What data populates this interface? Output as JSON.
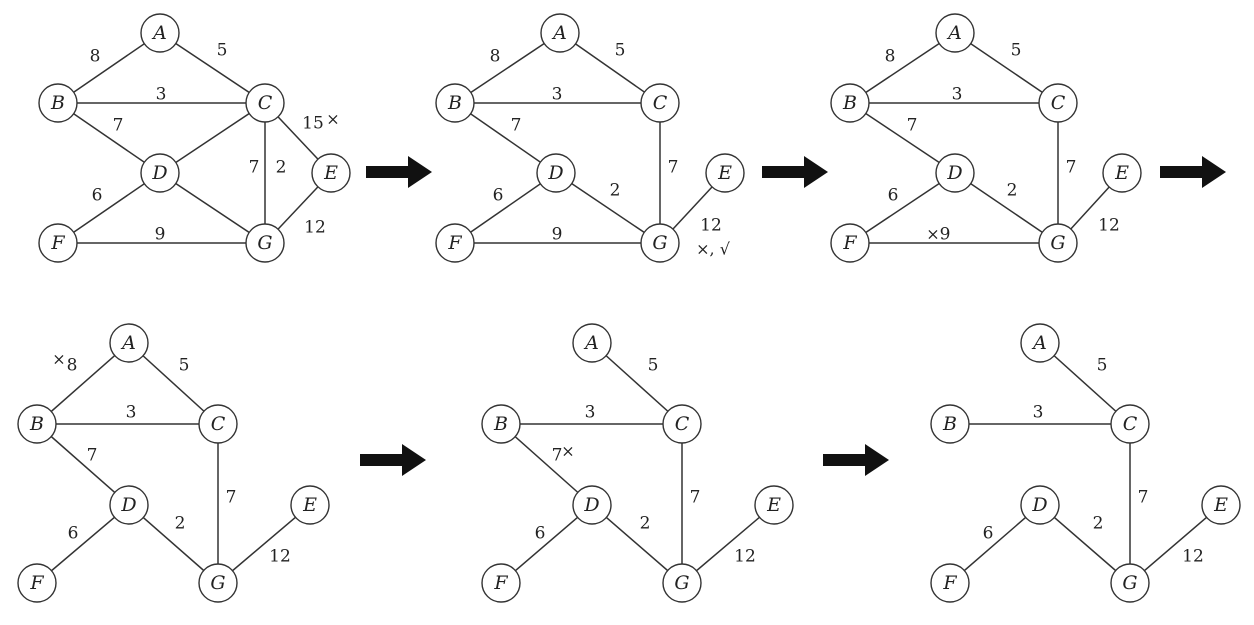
{
  "diagram": {
    "description_of_process_steps": "",
    "panels": [
      {
        "nodes": [
          "A",
          "B",
          "C",
          "D",
          "E",
          "F",
          "G"
        ],
        "edges": [
          {
            "from": "A",
            "to": "B",
            "weight": "8",
            "mark": ""
          },
          {
            "from": "A",
            "to": "C",
            "weight": "5",
            "mark": ""
          },
          {
            "from": "B",
            "to": "C",
            "weight": "3",
            "mark": ""
          },
          {
            "from": "B",
            "to": "D",
            "weight": "7",
            "mark": ""
          },
          {
            "from": "C",
            "to": "E",
            "weight": "15",
            "mark": "×"
          },
          {
            "from": "C",
            "to": "G",
            "weight": "7",
            "mark": ""
          },
          {
            "from": "D",
            "to": "C",
            "weight": "2",
            "mark": ""
          },
          {
            "from": "D",
            "to": "F",
            "weight": "6",
            "mark": ""
          },
          {
            "from": "D",
            "to": "G",
            "weight": "",
            "mark": ""
          },
          {
            "from": "E",
            "to": "G",
            "weight": "12",
            "mark": ""
          },
          {
            "from": "F",
            "to": "G",
            "weight": "9",
            "mark": ""
          }
        ]
      },
      {
        "nodes": [
          "A",
          "B",
          "C",
          "D",
          "E",
          "F",
          "G"
        ],
        "edges": [
          {
            "from": "A",
            "to": "B",
            "weight": "8",
            "mark": ""
          },
          {
            "from": "A",
            "to": "C",
            "weight": "5",
            "mark": ""
          },
          {
            "from": "B",
            "to": "C",
            "weight": "3",
            "mark": ""
          },
          {
            "from": "B",
            "to": "D",
            "weight": "7",
            "mark": ""
          },
          {
            "from": "C",
            "to": "G",
            "weight": "7",
            "mark": ""
          },
          {
            "from": "D",
            "to": "F",
            "weight": "6",
            "mark": ""
          },
          {
            "from": "D",
            "to": "G",
            "weight": "2",
            "mark": ""
          },
          {
            "from": "E",
            "to": "G",
            "weight": "12",
            "mark": "×, √"
          },
          {
            "from": "F",
            "to": "G",
            "weight": "9",
            "mark": ""
          }
        ]
      },
      {
        "nodes": [
          "A",
          "B",
          "C",
          "D",
          "E",
          "F",
          "G"
        ],
        "edges": [
          {
            "from": "A",
            "to": "B",
            "weight": "8",
            "mark": ""
          },
          {
            "from": "A",
            "to": "C",
            "weight": "5",
            "mark": ""
          },
          {
            "from": "B",
            "to": "C",
            "weight": "3",
            "mark": ""
          },
          {
            "from": "B",
            "to": "D",
            "weight": "7",
            "mark": ""
          },
          {
            "from": "C",
            "to": "G",
            "weight": "7",
            "mark": ""
          },
          {
            "from": "D",
            "to": "F",
            "weight": "6",
            "mark": ""
          },
          {
            "from": "D",
            "to": "G",
            "weight": "2",
            "mark": ""
          },
          {
            "from": "E",
            "to": "G",
            "weight": "12",
            "mark": ""
          },
          {
            "from": "F",
            "to": "G",
            "weight": "9",
            "mark": "×"
          }
        ]
      },
      {
        "nodes": [
          "A",
          "B",
          "C",
          "D",
          "E",
          "F",
          "G"
        ],
        "edges": [
          {
            "from": "A",
            "to": "B",
            "weight": "8",
            "mark": "×"
          },
          {
            "from": "A",
            "to": "C",
            "weight": "5",
            "mark": ""
          },
          {
            "from": "B",
            "to": "C",
            "weight": "3",
            "mark": ""
          },
          {
            "from": "B",
            "to": "D",
            "weight": "7",
            "mark": ""
          },
          {
            "from": "C",
            "to": "G",
            "weight": "7",
            "mark": ""
          },
          {
            "from": "D",
            "to": "F",
            "weight": "6",
            "mark": ""
          },
          {
            "from": "D",
            "to": "G",
            "weight": "2",
            "mark": ""
          },
          {
            "from": "E",
            "to": "G",
            "weight": "12",
            "mark": ""
          }
        ]
      },
      {
        "nodes": [
          "A",
          "B",
          "C",
          "D",
          "E",
          "F",
          "G"
        ],
        "edges": [
          {
            "from": "A",
            "to": "C",
            "weight": "5",
            "mark": ""
          },
          {
            "from": "B",
            "to": "C",
            "weight": "3",
            "mark": ""
          },
          {
            "from": "B",
            "to": "D",
            "weight": "7",
            "mark": "×"
          },
          {
            "from": "C",
            "to": "G",
            "weight": "7",
            "mark": ""
          },
          {
            "from": "D",
            "to": "F",
            "weight": "6",
            "mark": ""
          },
          {
            "from": "D",
            "to": "G",
            "weight": "2",
            "mark": ""
          },
          {
            "from": "E",
            "to": "G",
            "weight": "12",
            "mark": ""
          }
        ]
      },
      {
        "nodes": [
          "A",
          "B",
          "C",
          "D",
          "E",
          "F",
          "G"
        ],
        "edges": [
          {
            "from": "A",
            "to": "C",
            "weight": "5",
            "mark": ""
          },
          {
            "from": "B",
            "to": "C",
            "weight": "3",
            "mark": ""
          },
          {
            "from": "C",
            "to": "G",
            "weight": "7",
            "mark": ""
          },
          {
            "from": "D",
            "to": "F",
            "weight": "6",
            "mark": ""
          },
          {
            "from": "D",
            "to": "G",
            "weight": "2",
            "mark": ""
          },
          {
            "from": "E",
            "to": "G",
            "weight": "12",
            "mark": ""
          }
        ]
      }
    ],
    "arrows": [
      "right-arrow-icon",
      "right-arrow-icon",
      "right-arrow-icon",
      "right-arrow-icon",
      "right-arrow-icon"
    ]
  }
}
